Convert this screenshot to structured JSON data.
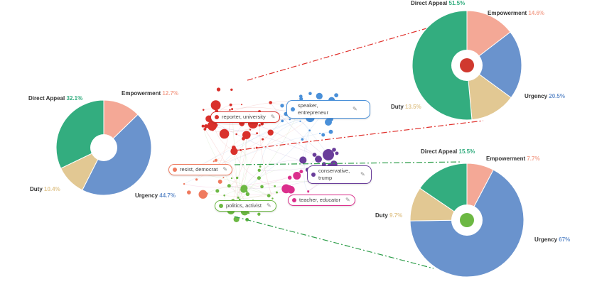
{
  "colors": {
    "Direct Appeal": "#33ad7f",
    "Empowerment": "#f4a896",
    "Urgency": "#6a93cd",
    "Duty": "#e2c893"
  },
  "chart_data": [
    {
      "type": "pie",
      "name": "overall",
      "slices": [
        {
          "label": "Empowerment",
          "value": 12.7,
          "display": "12.7%"
        },
        {
          "label": "Urgency",
          "value": 44.7,
          "display": "44.7%"
        },
        {
          "label": "Duty",
          "value": 10.4,
          "display": "10.4%"
        },
        {
          "label": "Direct Appeal",
          "value": 32.1,
          "display": "32.1%"
        }
      ]
    },
    {
      "type": "pie",
      "name": "reporter-university-cluster",
      "center_color": "#d0392f",
      "slices": [
        {
          "label": "Empowerment",
          "value": 14.6,
          "display": "14.6%"
        },
        {
          "label": "Urgency",
          "value": 20.5,
          "display": "20.5%"
        },
        {
          "label": "Duty",
          "value": 13.5,
          "display": "13.5%"
        },
        {
          "label": "Direct Appeal",
          "value": 51.5,
          "display": "51.5%"
        }
      ]
    },
    {
      "type": "pie",
      "name": "politics-activist-cluster",
      "center_color": "#6cb843",
      "slices": [
        {
          "label": "Empowerment",
          "value": 7.7,
          "display": "7.7%"
        },
        {
          "label": "Urgency",
          "value": 67,
          "display": "67%"
        },
        {
          "label": "Duty",
          "value": 9.7,
          "display": "9.7%"
        },
        {
          "label": "Direct Appeal",
          "value": 15.5,
          "display": "15.5%"
        }
      ]
    }
  ],
  "clusters": [
    {
      "label": "reporter, university",
      "color": "#d9302b"
    },
    {
      "label": "speaker, entrepreneur",
      "color": "#4a90d9"
    },
    {
      "label": "resist, democrat",
      "color": "#ef7a5e"
    },
    {
      "label": "conservative, trump",
      "color": "#6a3d9a"
    },
    {
      "label": "teacher, educator",
      "color": "#db2f8c"
    },
    {
      "label": "politics, activist",
      "color": "#6cb843"
    }
  ]
}
